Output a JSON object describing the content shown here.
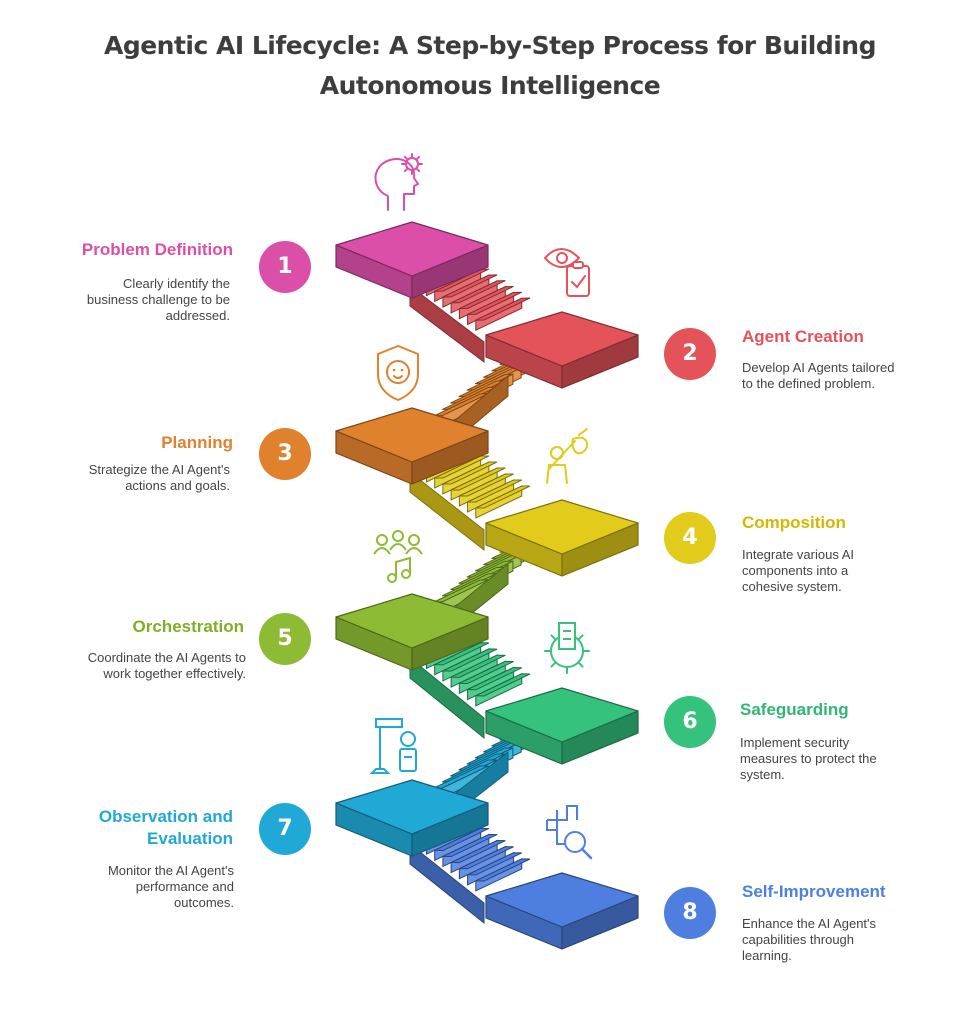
{
  "title": {
    "line1": "Agentic AI Lifecycle: A Step-by-Step Process for Building",
    "line2": "Autonomous Intelligence"
  },
  "steps": [
    {
      "number": "1",
      "title": "Problem Definition",
      "desc": [
        "Clearly identify the",
        "business challenge to be",
        "addressed."
      ],
      "color": "#db4fa9",
      "side": "left",
      "icon": "head-gear-icon"
    },
    {
      "number": "2",
      "title": "Agent Creation",
      "desc": [
        "Develop AI Agents tailored",
        "to the defined problem."
      ],
      "color": "#e4535a",
      "side": "right",
      "icon": "eye-clipboard-icon"
    },
    {
      "number": "3",
      "title": "Planning",
      "desc": [
        "Strategize the AI Agent's",
        "actions and goals."
      ],
      "color": "#e0812e",
      "side": "left",
      "icon": "shield-face-icon"
    },
    {
      "number": "4",
      "title": "Composition",
      "desc": [
        "Integrate various AI",
        "components into a",
        "cohesive system."
      ],
      "color": "#e2cb1a",
      "side": "right",
      "icon": "person-bag-icon"
    },
    {
      "number": "5",
      "title": "Orchestration",
      "desc": [
        "Coordinate the AI Agents to",
        "work together effectively."
      ],
      "color": "#8dbb34",
      "side": "left",
      "icon": "group-music-icon"
    },
    {
      "number": "6",
      "title": "Safeguarding",
      "desc": [
        "Implement security",
        "measures to protect the",
        "system."
      ],
      "color": "#35c27d",
      "side": "right",
      "icon": "gear-building-icon"
    },
    {
      "number": "7",
      "title": "Observation and",
      "title2": "Evaluation",
      "desc": [
        "Monitor the AI Agent's",
        "performance and",
        "outcomes."
      ],
      "color": "#20a8d6",
      "side": "left",
      "icon": "robot-arm-icon"
    },
    {
      "number": "8",
      "title": "Self-Improvement",
      "desc": [
        "Enhance the AI Agent's",
        "capabilities through",
        "learning."
      ],
      "color": "#4e7fe0",
      "side": "right",
      "icon": "blocks-magnifier-icon"
    }
  ]
}
